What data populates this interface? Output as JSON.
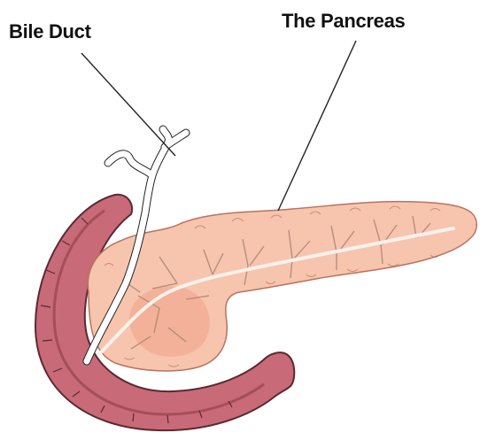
{
  "labels": {
    "bile_duct": "Bile Duct",
    "pancreas": "The Pancreas"
  },
  "colors": {
    "pancreas_fill": "#f7c4ae",
    "pancreas_outline": "#b8735e",
    "head_shade": "#f0a98e",
    "duct_branch": "#b28a7a",
    "duct_main": "#f4f1ec",
    "duodenum_fill": "#c86a78",
    "duodenum_dark": "#a44e5b",
    "duodenum_outline": "#5a2a2f",
    "bile_duct_fill": "#ffffff",
    "line_color": "#222222",
    "background": "#ffffff"
  },
  "icons": {
    "pancreas": "pancreas-organ-illustration",
    "duodenum": "duodenum-illustration",
    "bile_duct": "bile-duct-illustration"
  }
}
